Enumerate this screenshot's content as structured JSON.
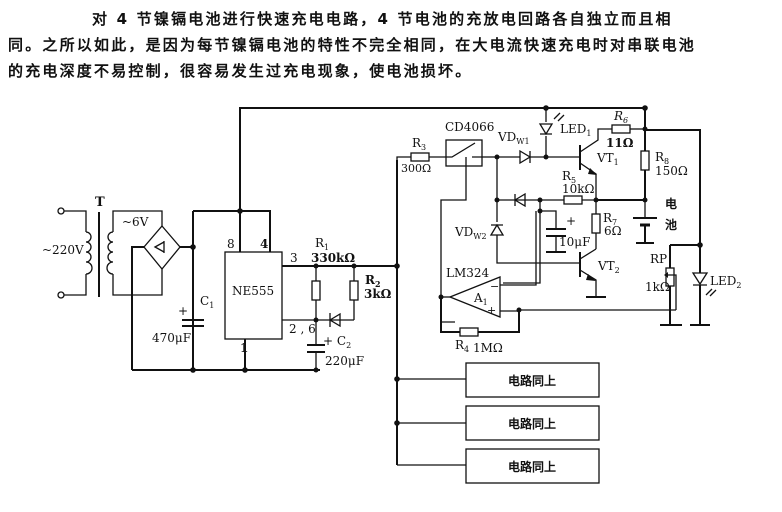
{
  "description": {
    "line1": "对 4 节镍镉电池进行快速充电电路，4 节电池的充放电回路各自独立而且相",
    "line2": "同。之所以如此，是因为每节镍镉电池的特性不完全相同，在大电流快速充电时对串联电池",
    "line3": "的充电深度不易控制，很容易发生过充电现象，使电池损坏。"
  },
  "diagram": {
    "power": {
      "input": "~220V",
      "transformer": "T",
      "secondary": "~6V"
    },
    "c1": {
      "name": "C",
      "sub": "1",
      "value": "470μF",
      "plus": "+"
    },
    "ne555": {
      "name": "NE555",
      "pin8": "8",
      "pin4": "4",
      "pin3": "3",
      "pin26": "2 , 6",
      "pin1": "1"
    },
    "r1": {
      "name": "R",
      "sub": "1",
      "value": "330kΩ"
    },
    "r2": {
      "name": "R",
      "sub": "2",
      "value": "3kΩ"
    },
    "c2": {
      "name": "C",
      "sub": "2",
      "value": "220μF",
      "plus": "+"
    },
    "r3": {
      "name": "R",
      "sub": "3",
      "value": "300Ω"
    },
    "cd4066": {
      "name": "CD4066"
    },
    "vdw1": {
      "name": "VD",
      "sub": "W1"
    },
    "led1": {
      "name": "LED",
      "sub": "1"
    },
    "r6": {
      "name": "R",
      "sub": "6",
      "value": "11Ω"
    },
    "vt1": {
      "name": "VT",
      "sub": "1"
    },
    "r8": {
      "name": "R",
      "sub": "8",
      "value": "150Ω"
    },
    "r5": {
      "name": "R",
      "sub": "5",
      "value": "10kΩ"
    },
    "battery": {
      "label1": "电",
      "label2": "池"
    },
    "vdw2": {
      "name": "VD",
      "sub": "W2"
    },
    "c3": {
      "value": "10μF",
      "plus": "+"
    },
    "r7": {
      "name": "R",
      "sub": "7",
      "value": "6Ω"
    },
    "vt2": {
      "name": "VT",
      "sub": "2"
    },
    "rp": {
      "name": "RP",
      "value": "1kΩ"
    },
    "led2": {
      "name": "LED",
      "sub": "2"
    },
    "lm324": {
      "name": "LM324",
      "amp": "A",
      "amp_sub": "1",
      "minus": "−",
      "plus": "+"
    },
    "r4": {
      "name": "R",
      "sub": "4",
      "value": "1MΩ"
    },
    "blocks": [
      {
        "label": "电路同上"
      },
      {
        "label": "电路同上"
      },
      {
        "label": "电路同上"
      }
    ]
  }
}
